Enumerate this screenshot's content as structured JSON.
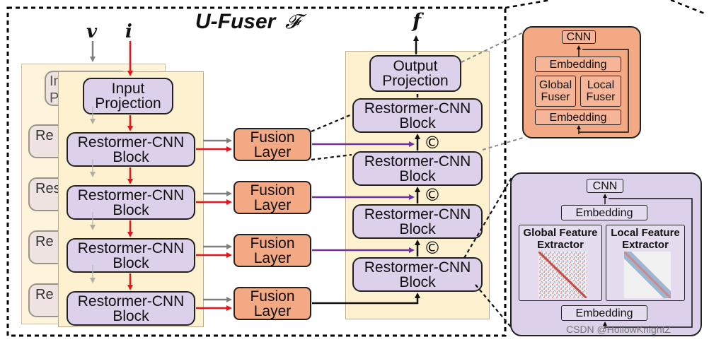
{
  "title": "U-Fuser",
  "title_symbol": "𝓕",
  "inputs": {
    "v": "v",
    "i": "i"
  },
  "output": "f",
  "input_projection": "Input\nProjection",
  "encoder_blocks": [
    "Restormer-CNN\nBlock",
    "Restormer-CNN\nBlock",
    "Restormer-CNN\nBlock",
    "Restormer-CNN\nBlock"
  ],
  "fusion_layers": [
    "Fusion\nLayer",
    "Fusion\nLayer",
    "Fusion\nLayer",
    "Fusion\nLayer"
  ],
  "decoder_blocks": [
    "Restormer-CNN\nBlock",
    "Restormer-CNN\nBlock",
    "Restormer-CNN\nBlock",
    "Restormer-CNN\nBlock"
  ],
  "output_projection": "Output\nProjection",
  "concat_symbol": "©",
  "shadow_fragments": [
    "Input",
    "Pro",
    "Re",
    "Res",
    "Re",
    "Re"
  ],
  "fusion_detail": {
    "cnn": "CNN",
    "embedding_top": "Embedding",
    "global_fuser": "Global\nFuser",
    "local_fuser": "Local\nFuser",
    "embedding_bottom": "Embedding"
  },
  "block_detail": {
    "cnn": "CNN",
    "embedding_top": "Embedding",
    "global_extractor": "Global Feature\nExtractor",
    "local_extractor": "Local Feature\nExtractor",
    "embedding_bottom": "Embedding"
  },
  "watermark": "CSDN @HollowKnightZ",
  "colors": {
    "panel_bg": "#fdf1cf",
    "block_fill": "#ddd0ea",
    "fusion_fill": "#f3a984",
    "fusion_detail_bg": "#f3a984",
    "block_detail_bg": "#ddd0ea",
    "infrared_arrow": "#e8141b",
    "visible_arrow": "#808080",
    "fused_arrow": "#7030a0"
  }
}
